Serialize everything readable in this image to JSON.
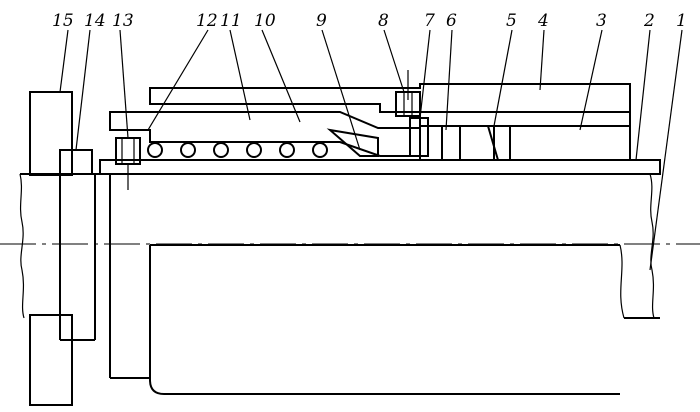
{
  "figure": {
    "labels": [
      "15",
      "14",
      "13",
      "12",
      "11",
      "10",
      "9",
      "8",
      "7",
      "6",
      "5",
      "4",
      "3",
      "2",
      "1"
    ],
    "colors": {
      "ink": "#000000",
      "paper": "#ffffff"
    }
  }
}
